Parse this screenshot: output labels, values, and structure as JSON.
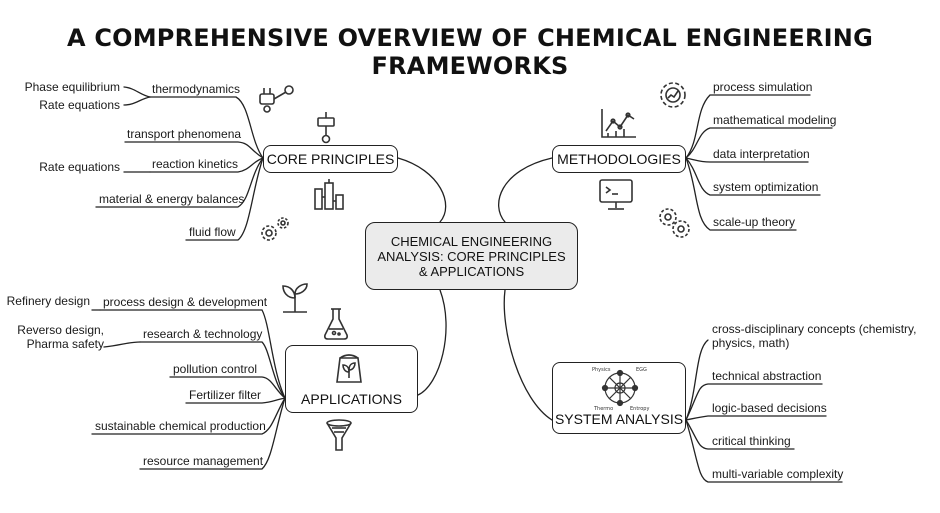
{
  "title": "A COMPREHENSIVE OVERVIEW OF CHEMICAL ENGINEERING FRAMEWORKS",
  "center": "CHEMICAL ENGINEERING ANALYSIS: CORE PRINCIPLES & APPLICATIONS",
  "core": {
    "label": "CORE PRINCIPLES",
    "items": [
      "thermodynamics",
      "transport phenomena",
      "reaction kinetics",
      "material & energy balances",
      "fluid flow"
    ],
    "sub": [
      "Phase equilibrium",
      "Rate equations",
      "Rate equations"
    ]
  },
  "methods": {
    "label": "METHODOLOGIES",
    "items": [
      "process simulation",
      "mathematical modeling",
      "data interpretation",
      "system optimization",
      "scale-up theory"
    ]
  },
  "apps": {
    "label": "APPLICATIONS",
    "items": [
      "process design & development",
      "research & technology",
      "pollution control",
      "Fertilizer filter",
      "sustainable chemical production",
      "resource management"
    ],
    "sub": [
      "Refinery design",
      "Reverso design, Pharma safety"
    ]
  },
  "system": {
    "label": "SYSTEM ANALYSIS",
    "items": [
      "cross-disciplinary concepts (chemistry, physics, math)",
      "technical abstraction",
      "logic-based decisions",
      "critical thinking",
      "multi-variable complexity"
    ],
    "wheel": [
      "Physics",
      "EGG",
      "Thermo",
      "Entropy"
    ]
  },
  "icons": [
    "engine-icon",
    "piston-icon",
    "refinery-icon",
    "gears-icon",
    "gear-chart-icon",
    "line-chart-icon",
    "terminal-monitor-icon",
    "gear-cluster-icon",
    "plant-sprout-icon",
    "flask-icon",
    "fertilizer-bag-icon",
    "filter-funnel-icon",
    "wheel-diagram-icon"
  ],
  "colors": {
    "line": "#222222",
    "center_fill": "#ebebeb"
  }
}
